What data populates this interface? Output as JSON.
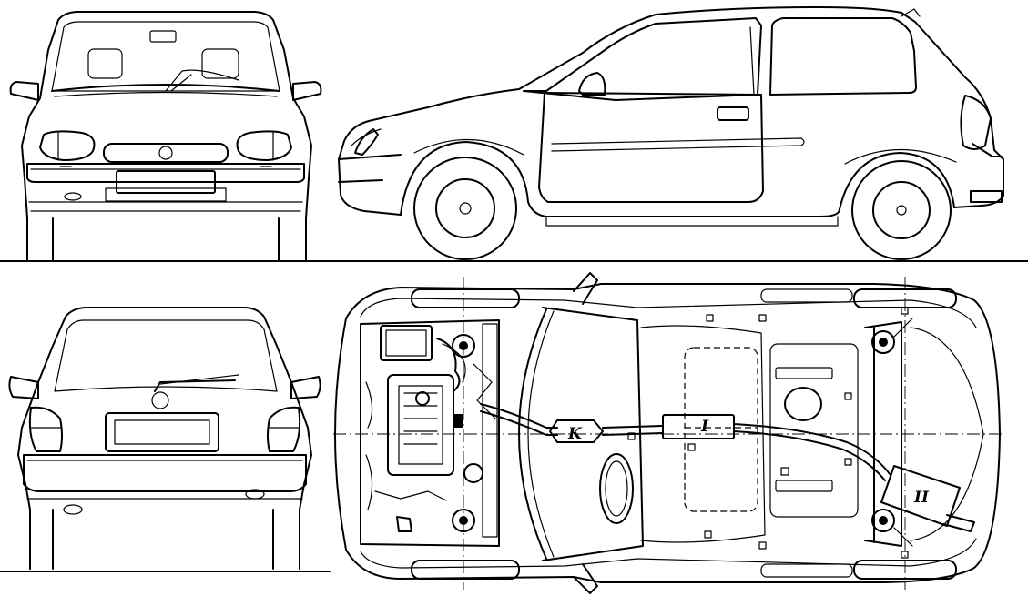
{
  "labels": {
    "catalytic_converter": "K",
    "front_silencer": "I",
    "rear_silencer": "II"
  }
}
